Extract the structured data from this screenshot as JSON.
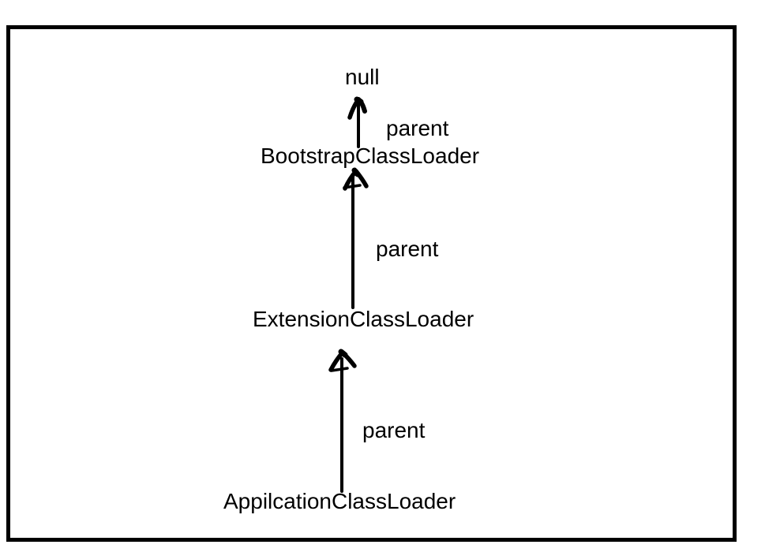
{
  "diagram": {
    "description": "Java class loader hierarchy diagram",
    "nodes": [
      {
        "id": "null",
        "label": "null"
      },
      {
        "id": "bootstrap",
        "label": "BootstrapClassLoader"
      },
      {
        "id": "extension",
        "label": "ExtensionClassLoader"
      },
      {
        "id": "application",
        "label": "AppilcationClassLoader"
      }
    ],
    "edges": [
      {
        "from": "bootstrap",
        "to": "null",
        "label": "parent"
      },
      {
        "from": "extension",
        "to": "bootstrap",
        "label": "parent"
      },
      {
        "from": "application",
        "to": "extension",
        "label": "parent"
      }
    ],
    "colors": {
      "stroke": "#000000",
      "background": "#ffffff"
    }
  }
}
